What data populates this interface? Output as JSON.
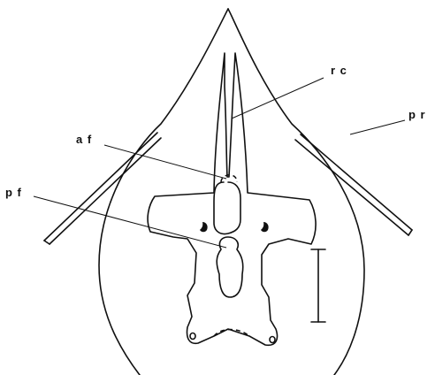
{
  "labels": {
    "rc": "r c",
    "af": "a f",
    "pf": "p f",
    "pr": "p r"
  },
  "colors": {
    "ink": "#111111",
    "background": "#ffffff"
  }
}
